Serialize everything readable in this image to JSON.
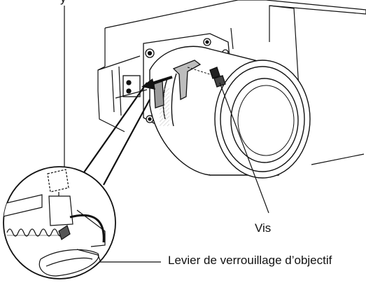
{
  "labels": {
    "top_partial": "y",
    "screw": "Vis",
    "lens_lock_lever": "Levier de verrouillage d’objectif"
  },
  "colors": {
    "line": "#111111",
    "background": "#ffffff",
    "hatch": "#bbbbbb"
  }
}
